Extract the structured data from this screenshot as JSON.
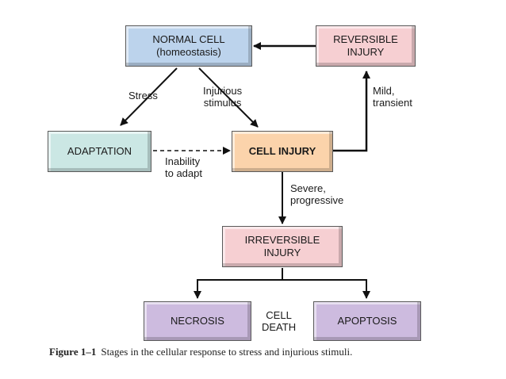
{
  "nodes": {
    "normal_cell": "NORMAL CELL\n(homeostasis)",
    "reversible_injury": "REVERSIBLE\nINJURY",
    "adaptation": "ADAPTATION",
    "cell_injury": "CELL INJURY",
    "irreversible_injury": "IRREVERSIBLE\nINJURY",
    "necrosis": "NECROSIS",
    "apoptosis": "APOPTOSIS"
  },
  "labels": {
    "stress": "Stress",
    "injurious_stimulus": "Injurious\nstimulus",
    "mild_transient": "Mild,\ntransient",
    "inability_to_adapt": "Inability\nto adapt",
    "severe_progressive": "Severe,\nprogressive",
    "cell_death": "CELL\nDEATH"
  },
  "caption": {
    "figure_label": "Figure 1–1",
    "text": "Stages in the cellular response to stress and injurious stimuli."
  }
}
